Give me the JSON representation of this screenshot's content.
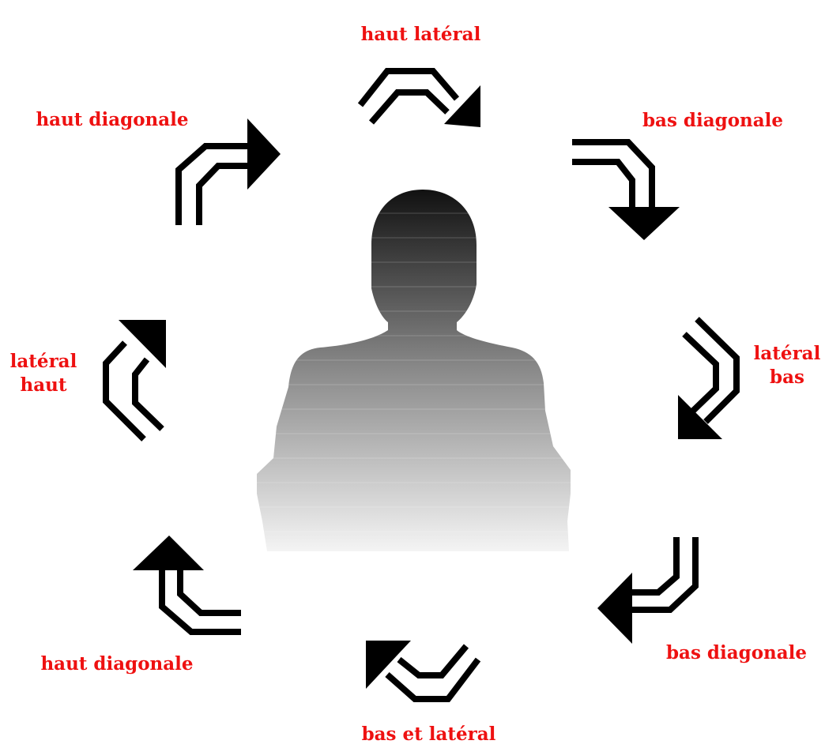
{
  "colors": {
    "label": "#ee1111",
    "arrow": "#000000",
    "background": "#ffffff",
    "silhouette_top": "#111111",
    "silhouette_bottom": "#f4f4f4"
  },
  "figure": {
    "icon": "person-silhouette"
  },
  "arrows": [
    {
      "position": "top",
      "label_lines": [
        "haut latéral"
      ],
      "icon": "curved-arrow-icon"
    },
    {
      "position": "top-right",
      "label_lines": [
        "bas diagonale"
      ],
      "icon": "curved-arrow-icon"
    },
    {
      "position": "right",
      "label_lines": [
        "latéral",
        "bas"
      ],
      "icon": "curved-arrow-icon"
    },
    {
      "position": "bottom-right",
      "label_lines": [
        "bas diagonale"
      ],
      "icon": "curved-arrow-icon"
    },
    {
      "position": "bottom",
      "label_lines": [
        "bas et latéral"
      ],
      "icon": "curved-arrow-icon"
    },
    {
      "position": "bottom-left",
      "label_lines": [
        "haut diagonale"
      ],
      "icon": "curved-arrow-icon"
    },
    {
      "position": "left",
      "label_lines": [
        "latéral",
        "haut"
      ],
      "icon": "curved-arrow-icon"
    },
    {
      "position": "top-left",
      "label_lines": [
        "haut diagonale"
      ],
      "icon": "curved-arrow-icon"
    }
  ]
}
